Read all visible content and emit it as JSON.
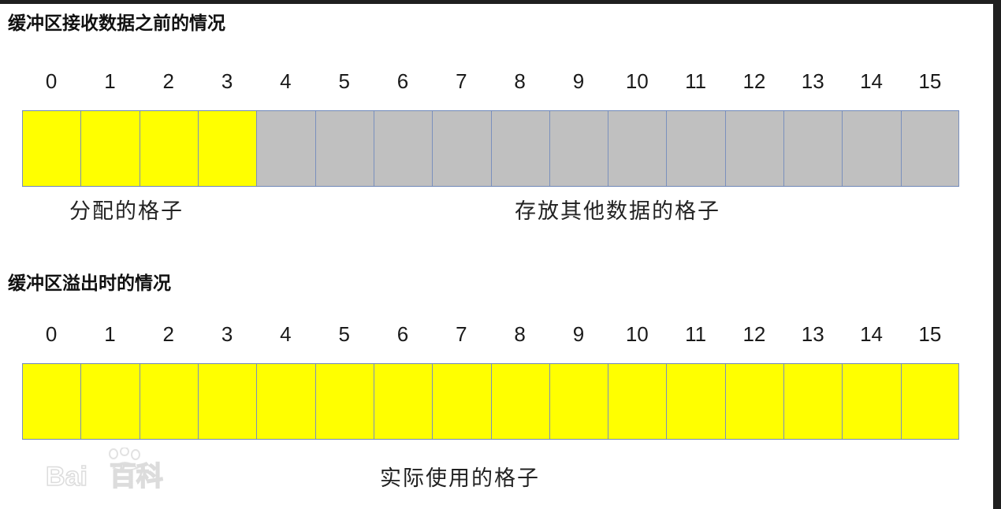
{
  "section1": {
    "title": "缓冲区接收数据之前的情况",
    "indices": [
      "0",
      "1",
      "2",
      "3",
      "4",
      "5",
      "6",
      "7",
      "8",
      "9",
      "10",
      "11",
      "12",
      "13",
      "14",
      "15"
    ],
    "cells": [
      "allocated",
      "allocated",
      "allocated",
      "allocated",
      "other",
      "other",
      "other",
      "other",
      "other",
      "other",
      "other",
      "other",
      "other",
      "other",
      "other",
      "other"
    ],
    "caption_allocated": "分配的格子",
    "caption_other": "存放其他数据的格子"
  },
  "section2": {
    "title": "缓冲区溢出时的情况",
    "indices": [
      "0",
      "1",
      "2",
      "3",
      "4",
      "5",
      "6",
      "7",
      "8",
      "9",
      "10",
      "11",
      "12",
      "13",
      "14",
      "15"
    ],
    "cells": [
      "allocated",
      "allocated",
      "allocated",
      "allocated",
      "allocated",
      "allocated",
      "allocated",
      "allocated",
      "allocated",
      "allocated",
      "allocated",
      "allocated",
      "allocated",
      "allocated",
      "allocated",
      "allocated"
    ],
    "caption_used": "实际使用的格子"
  },
  "colors": {
    "allocated": "#ffff00",
    "other": "#c0c0c0",
    "cell_border": "#7a90bd"
  },
  "watermark": {
    "logo_text": "Bai百科",
    "icon": "baidu-paw-icon"
  }
}
